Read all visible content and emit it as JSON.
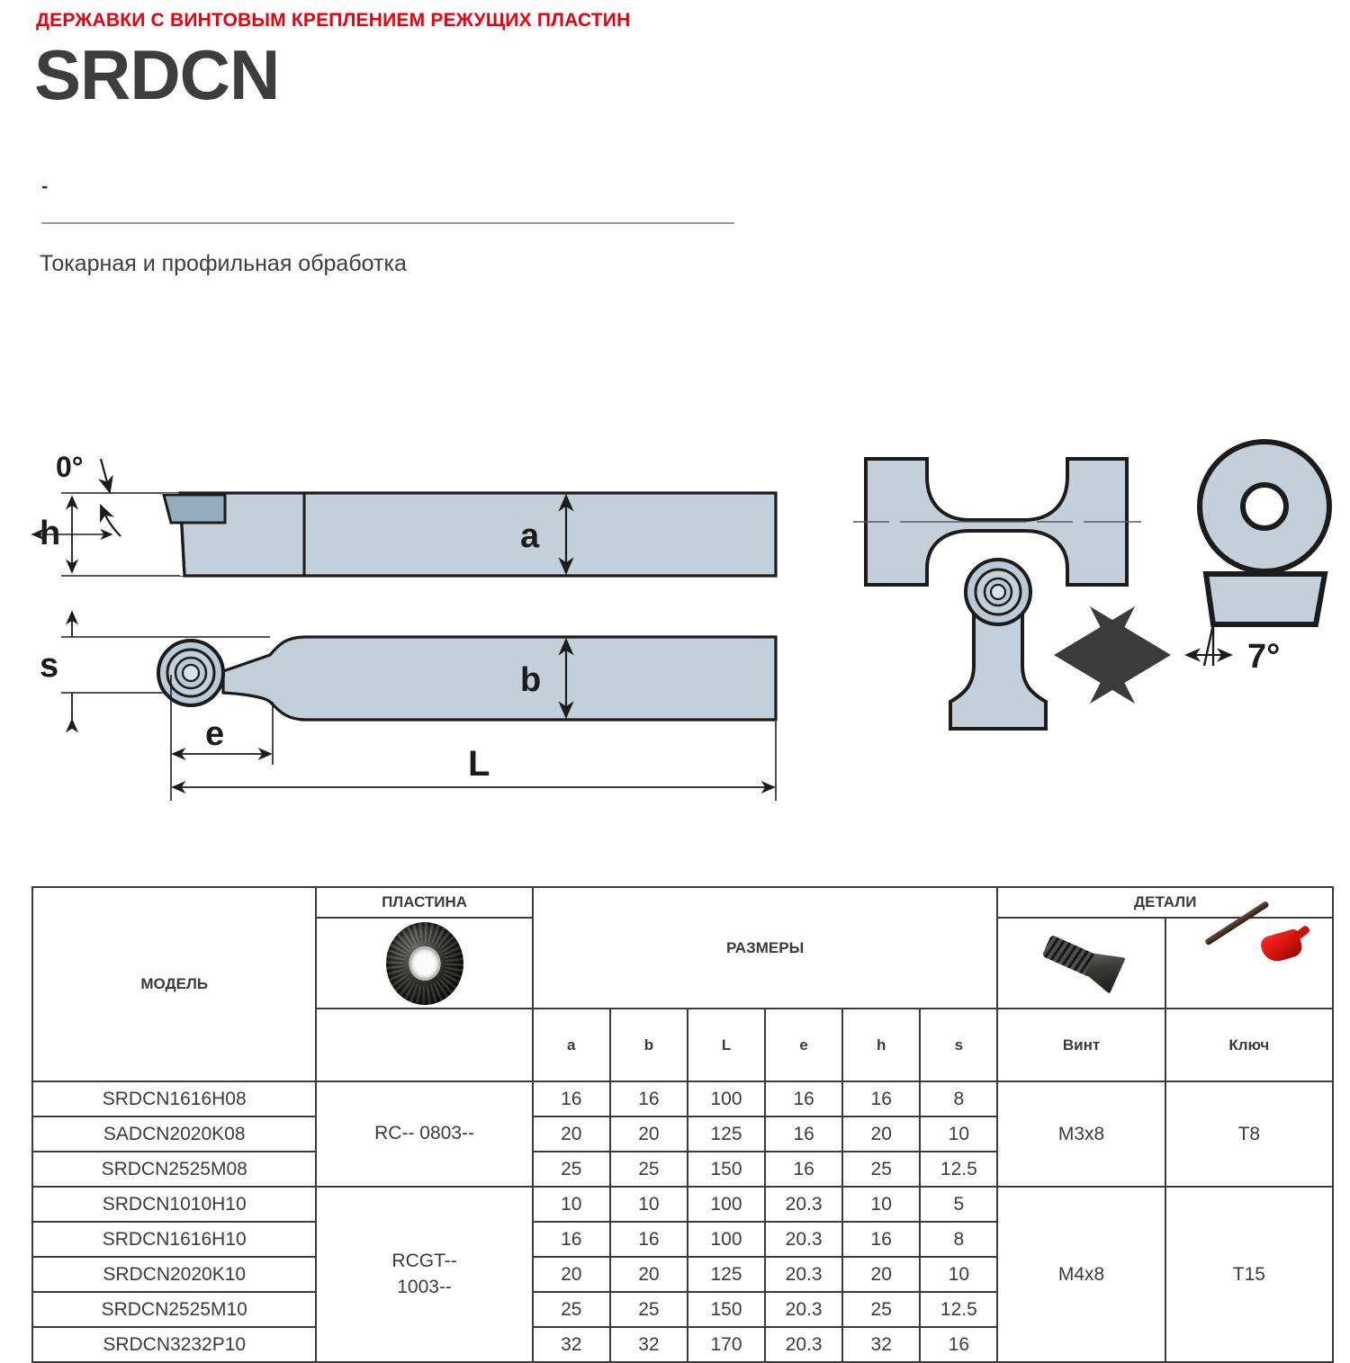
{
  "header": {
    "kicker": "ДЕРЖАВКИ С ВИНТОВЫМ КРЕПЛЕНИЕМ РЕЖУЩИХ ПЛАСТИН",
    "title": "SRDCN",
    "dash": "-",
    "subtitle": "Токарная и профильная обработка"
  },
  "drawing": {
    "labels": {
      "angle_top": "0°",
      "h": "h",
      "a": "a",
      "s": "s",
      "b": "b",
      "e": "e",
      "L": "L",
      "clearance": "7°"
    },
    "colors": {
      "body_fill": "#c3d0da",
      "seat_fill": "#93adbf",
      "outline": "#1c1c1c",
      "insert_fill": "#b9c9d6"
    }
  },
  "table": {
    "groups": {
      "model": "МОДЕЛЬ",
      "insert": "ПЛАСТИНА",
      "dimensions": "РАЗМЕРЫ",
      "parts": "ДЕТАЛИ"
    },
    "dim_headers": [
      "a",
      "b",
      "L",
      "e",
      "h",
      "s"
    ],
    "part_headers": [
      "Винт",
      "Ключ"
    ],
    "icons": {
      "insert": "round-insert-photo",
      "screw": "screw-photo",
      "key": "torx-key-photo"
    },
    "groups_rows": [
      {
        "insert_code": "RC--      0803--",
        "screw": "M3x8",
        "key": "T8",
        "rows": [
          {
            "model": "SRDCN1616H08",
            "a": "16",
            "b": "16",
            "L": "100",
            "e": "16",
            "h": "16",
            "s": "8"
          },
          {
            "model": "SADCN2020K08",
            "a": "20",
            "b": "20",
            "L": "125",
            "e": "16",
            "h": "20",
            "s": "10"
          },
          {
            "model": "SRDCN2525M08",
            "a": "25",
            "b": "25",
            "L": "150",
            "e": "16",
            "h": "25",
            "s": "12.5"
          }
        ]
      },
      {
        "insert_code": "RCGT--\n1003--",
        "screw": "M4x8",
        "key": "T15",
        "rows": [
          {
            "model": "SRDCN1010H10",
            "a": "10",
            "b": "10",
            "L": "100",
            "e": "20.3",
            "h": "10",
            "s": "5"
          },
          {
            "model": "SRDCN1616H10",
            "a": "16",
            "b": "16",
            "L": "100",
            "e": "20.3",
            "h": "16",
            "s": "8"
          },
          {
            "model": "SRDCN2020K10",
            "a": "20",
            "b": "20",
            "L": "125",
            "e": "20.3",
            "h": "20",
            "s": "10"
          },
          {
            "model": "SRDCN2525M10",
            "a": "25",
            "b": "25",
            "L": "150",
            "e": "20.3",
            "h": "25",
            "s": "12.5"
          },
          {
            "model": "SRDCN3232P10",
            "a": "32",
            "b": "32",
            "L": "170",
            "e": "20.3",
            "h": "32",
            "s": "16"
          }
        ]
      }
    ]
  }
}
